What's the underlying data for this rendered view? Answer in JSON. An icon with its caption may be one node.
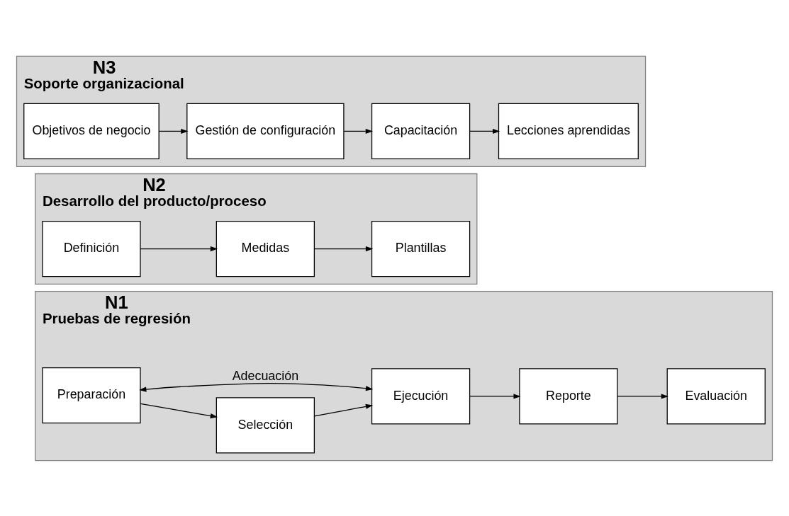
{
  "diagram": {
    "nodes": [
      {
        "text": [
          "N1",
          "Pruebas de regresión"
        ]
      },
      {
        "text": [
          "Preparación"
        ],
        "in": 0
      },
      {
        "text": [
          "Selección"
        ],
        "in": 0
      },
      {
        "text": [
          "Ejecución"
        ],
        "in": 0
      },
      {
        "text": [
          "Reporte"
        ],
        "in": 0
      },
      {
        "text": [
          "Evaluación"
        ],
        "in": 0
      },
      {
        "text": [
          "N2",
          "Desarrollo del producto/proceso"
        ]
      },
      {
        "text": [
          "Definición"
        ],
        "in": 6
      },
      {
        "text": [
          "Medidas"
        ],
        "in": 6
      },
      {
        "text": [
          "Plantillas"
        ],
        "in": 6
      },
      {
        "text": [
          "N3",
          "Soporte organizacional"
        ]
      },
      {
        "text": [
          "Objetivos de negocio"
        ],
        "in": 10
      },
      {
        "text": [
          "Gestión de configuración"
        ],
        "in": 10
      },
      {
        "text": [
          "Capacitación"
        ],
        "in": 10
      },
      {
        "text": [
          "Lecciones aprendidas"
        ],
        "in": 10
      }
    ],
    "edges": [
      {
        "from": 1,
        "to": 2,
        "arrow": "to"
      },
      {
        "from": 2,
        "to": 3,
        "arrow": "to"
      },
      {
        "from": 3,
        "to": 4,
        "arrow": "to"
      },
      {
        "from": 4,
        "to": 5,
        "arrow": "to"
      },
      {
        "from": 1,
        "to": 3,
        "arrow": "both",
        "label": "Adecuación"
      },
      {
        "from": 7,
        "to": 8,
        "arrow": "to"
      },
      {
        "from": 8,
        "to": 9,
        "arrow": "to"
      },
      {
        "from": 11,
        "to": 12,
        "arrow": "to"
      },
      {
        "from": 12,
        "to": 13,
        "arrow": "to"
      },
      {
        "from": 13,
        "to": 14,
        "arrow": "to"
      }
    ]
  }
}
